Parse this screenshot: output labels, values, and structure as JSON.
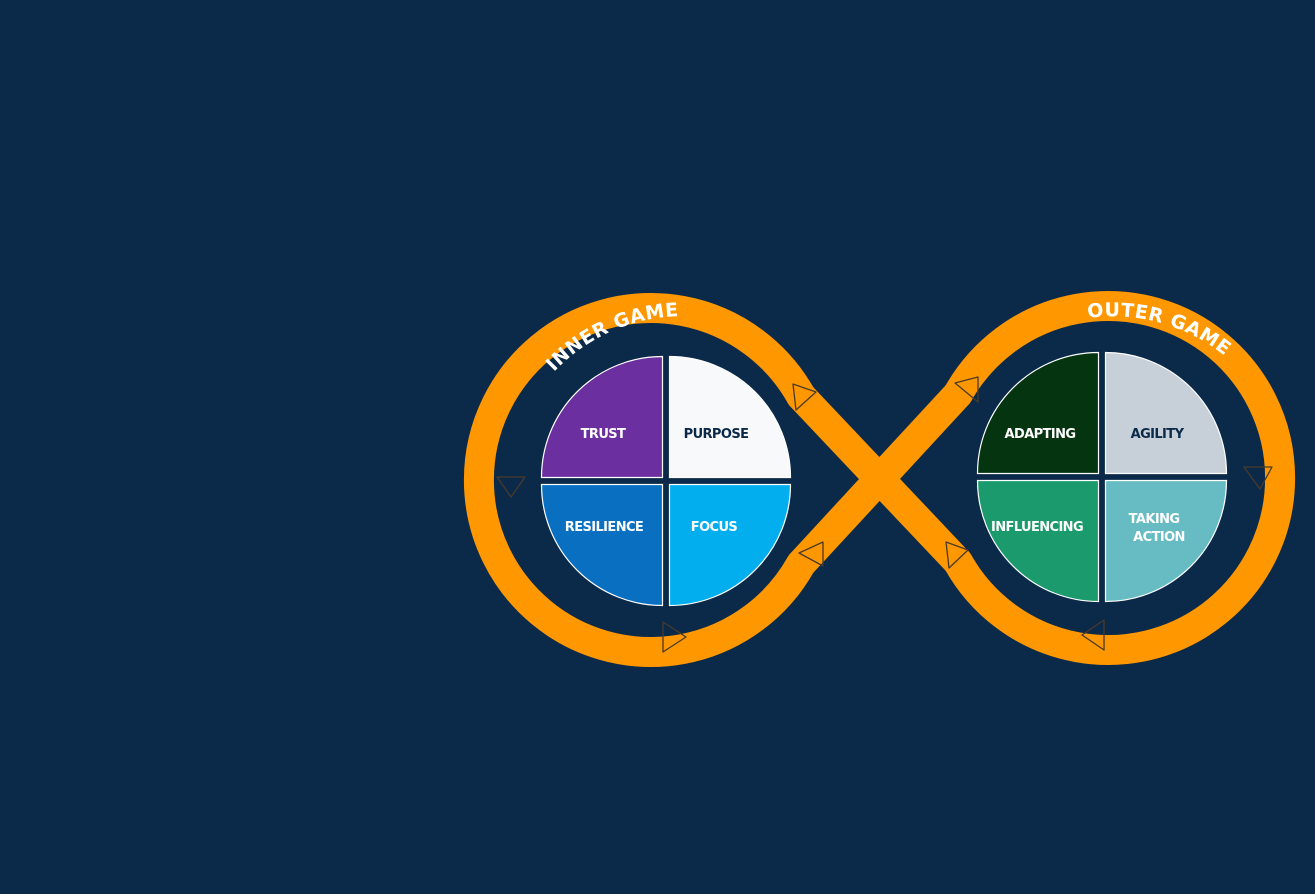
{
  "colors": {
    "background": "#0b2a49",
    "loop": "#ff9800",
    "arrow_stroke": "#4a3a2a",
    "quadrant_border": "#ffffff"
  },
  "inner_game": {
    "title": "INNER GAME",
    "quadrants": {
      "top_left": {
        "label": "TRUST",
        "color": "#6b2fa0",
        "text_color": "#ffffff"
      },
      "top_right": {
        "label": "PURPOSE",
        "color": "#f8f9fa",
        "text_color": "#0b2a49"
      },
      "bottom_left": {
        "label": "RESILIENCE",
        "color": "#0970c1",
        "text_color": "#ffffff"
      },
      "bottom_right": {
        "label": "FOCUS",
        "color": "#03aeee",
        "text_color": "#ffffff"
      }
    }
  },
  "outer_game": {
    "title": "OUTER GAME",
    "quadrants": {
      "top_left": {
        "label": "ADAPTING",
        "color": "#043410",
        "text_color": "#ffffff"
      },
      "top_right": {
        "label": "AGILITY",
        "color": "#c7d0d8",
        "text_color": "#0b2a49"
      },
      "bottom_left": {
        "label": "INFLUENCING",
        "color": "#1b9b6d",
        "text_color": "#ffffff"
      },
      "bottom_right": {
        "label_lines": [
          "TAKING",
          "ACTION"
        ],
        "color": "#67bcc3",
        "text_color": "#ffffff"
      }
    }
  }
}
